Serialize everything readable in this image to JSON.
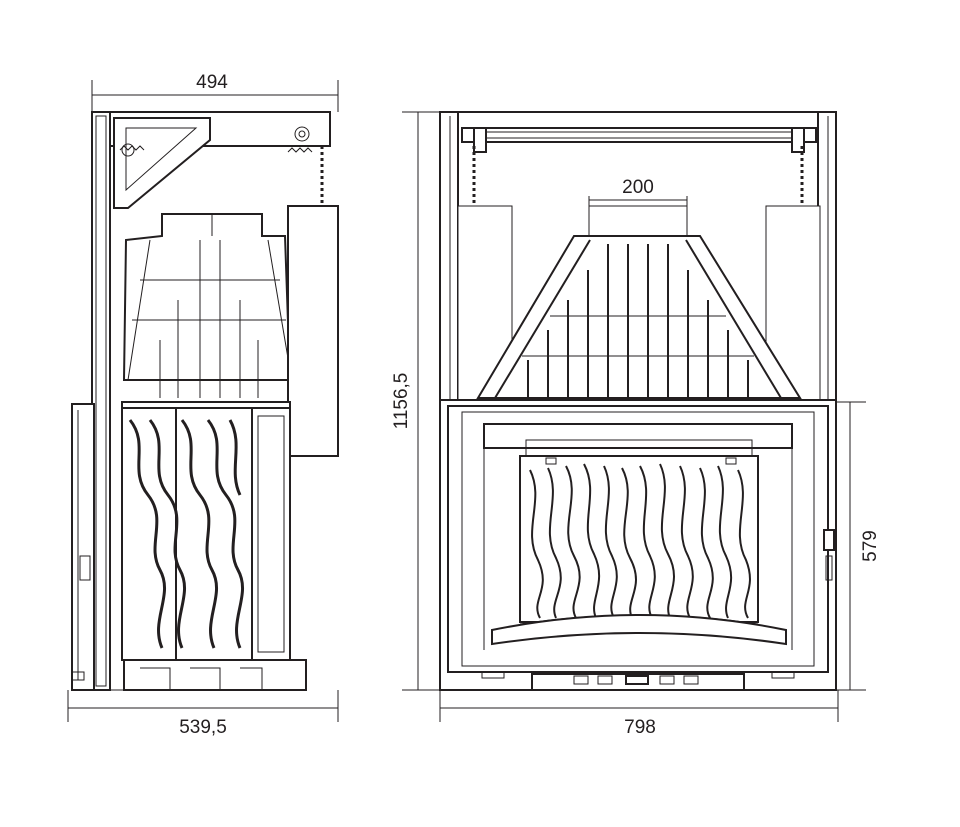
{
  "dimensions": {
    "side_top_width": "494",
    "side_bottom_depth": "539,5",
    "front_height": "1156,5",
    "front_flue_diameter": "200",
    "front_door_height": "579",
    "front_bottom_width": "798"
  },
  "colors": {
    "line": "#231f20",
    "background": "#ffffff"
  }
}
